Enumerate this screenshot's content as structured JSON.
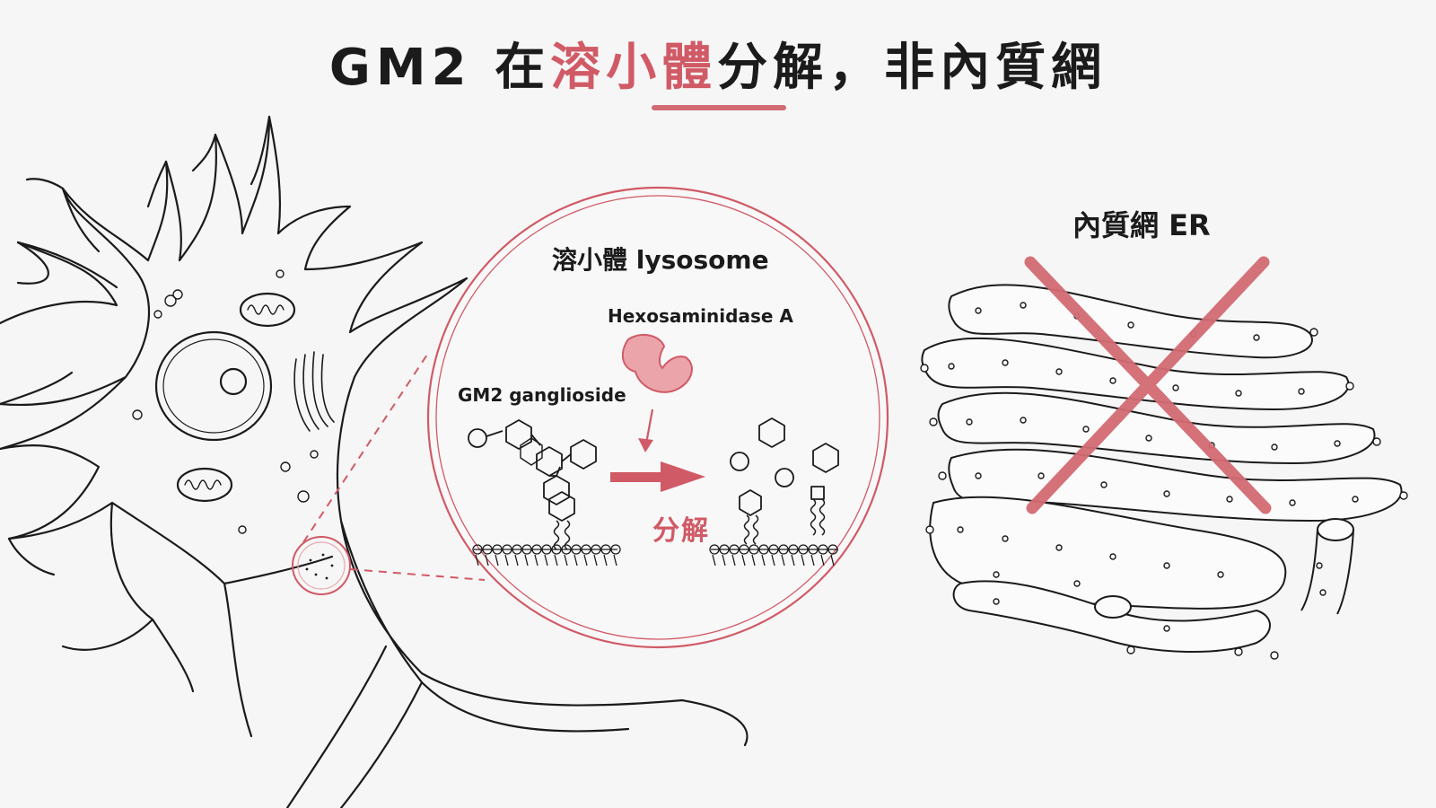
{
  "title": {
    "prefix": "GM2 在",
    "accent": "溶小體",
    "suffix": "分解，非內質網"
  },
  "lysosome": {
    "title": "溶小體 lysosome",
    "enzyme_label": "Hexosaminidase A",
    "substrate_label": "GM2 ganglioside",
    "process_label": "分解"
  },
  "er": {
    "title": "內質網 ER"
  },
  "colors": {
    "accent": "#d05a66",
    "accent_light": "#e8a7ad",
    "line": "#1b1b1b",
    "background": "#f6f6f6"
  }
}
